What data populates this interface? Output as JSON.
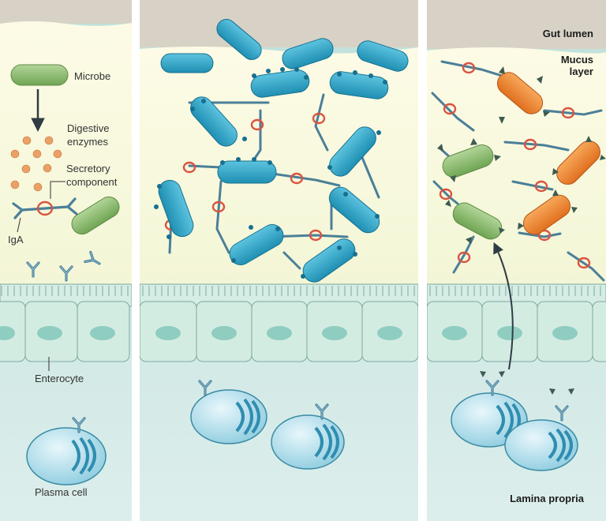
{
  "labels": {
    "gut_lumen": "Gut lumen",
    "mucus_line1": "Mucus",
    "mucus_line2": "layer",
    "microbe": "Microbe",
    "digestive_line1": "Digestive",
    "digestive_line2": "enzymes",
    "secretory_line1": "Secretory",
    "secretory_line2": "component",
    "iga": "IgA",
    "enterocyte": "Enterocyte",
    "plasma_cell": "Plasma cell",
    "lamina_propria": "Lamina propria"
  },
  "colors": {
    "lumen": "#d9d3c8",
    "mucus": "#fbf8d8",
    "epithelium": "#d3ece2",
    "lamina": "#c0e2dc",
    "microbe_green": "#8fbf6e",
    "microbe_blue": "#2ea6c9",
    "microbe_orange": "#ef8a34",
    "iga": "#5d8fa6",
    "secretory": "#d9543f",
    "enzyme": "#e79b5e",
    "plasma_cell": "#a9dbe8"
  },
  "icons": [
    "microbe-icon",
    "iga-antibody-icon",
    "enzyme-dot-icon",
    "plasma-cell-icon",
    "enterocyte-icon",
    "arrow-icon"
  ]
}
